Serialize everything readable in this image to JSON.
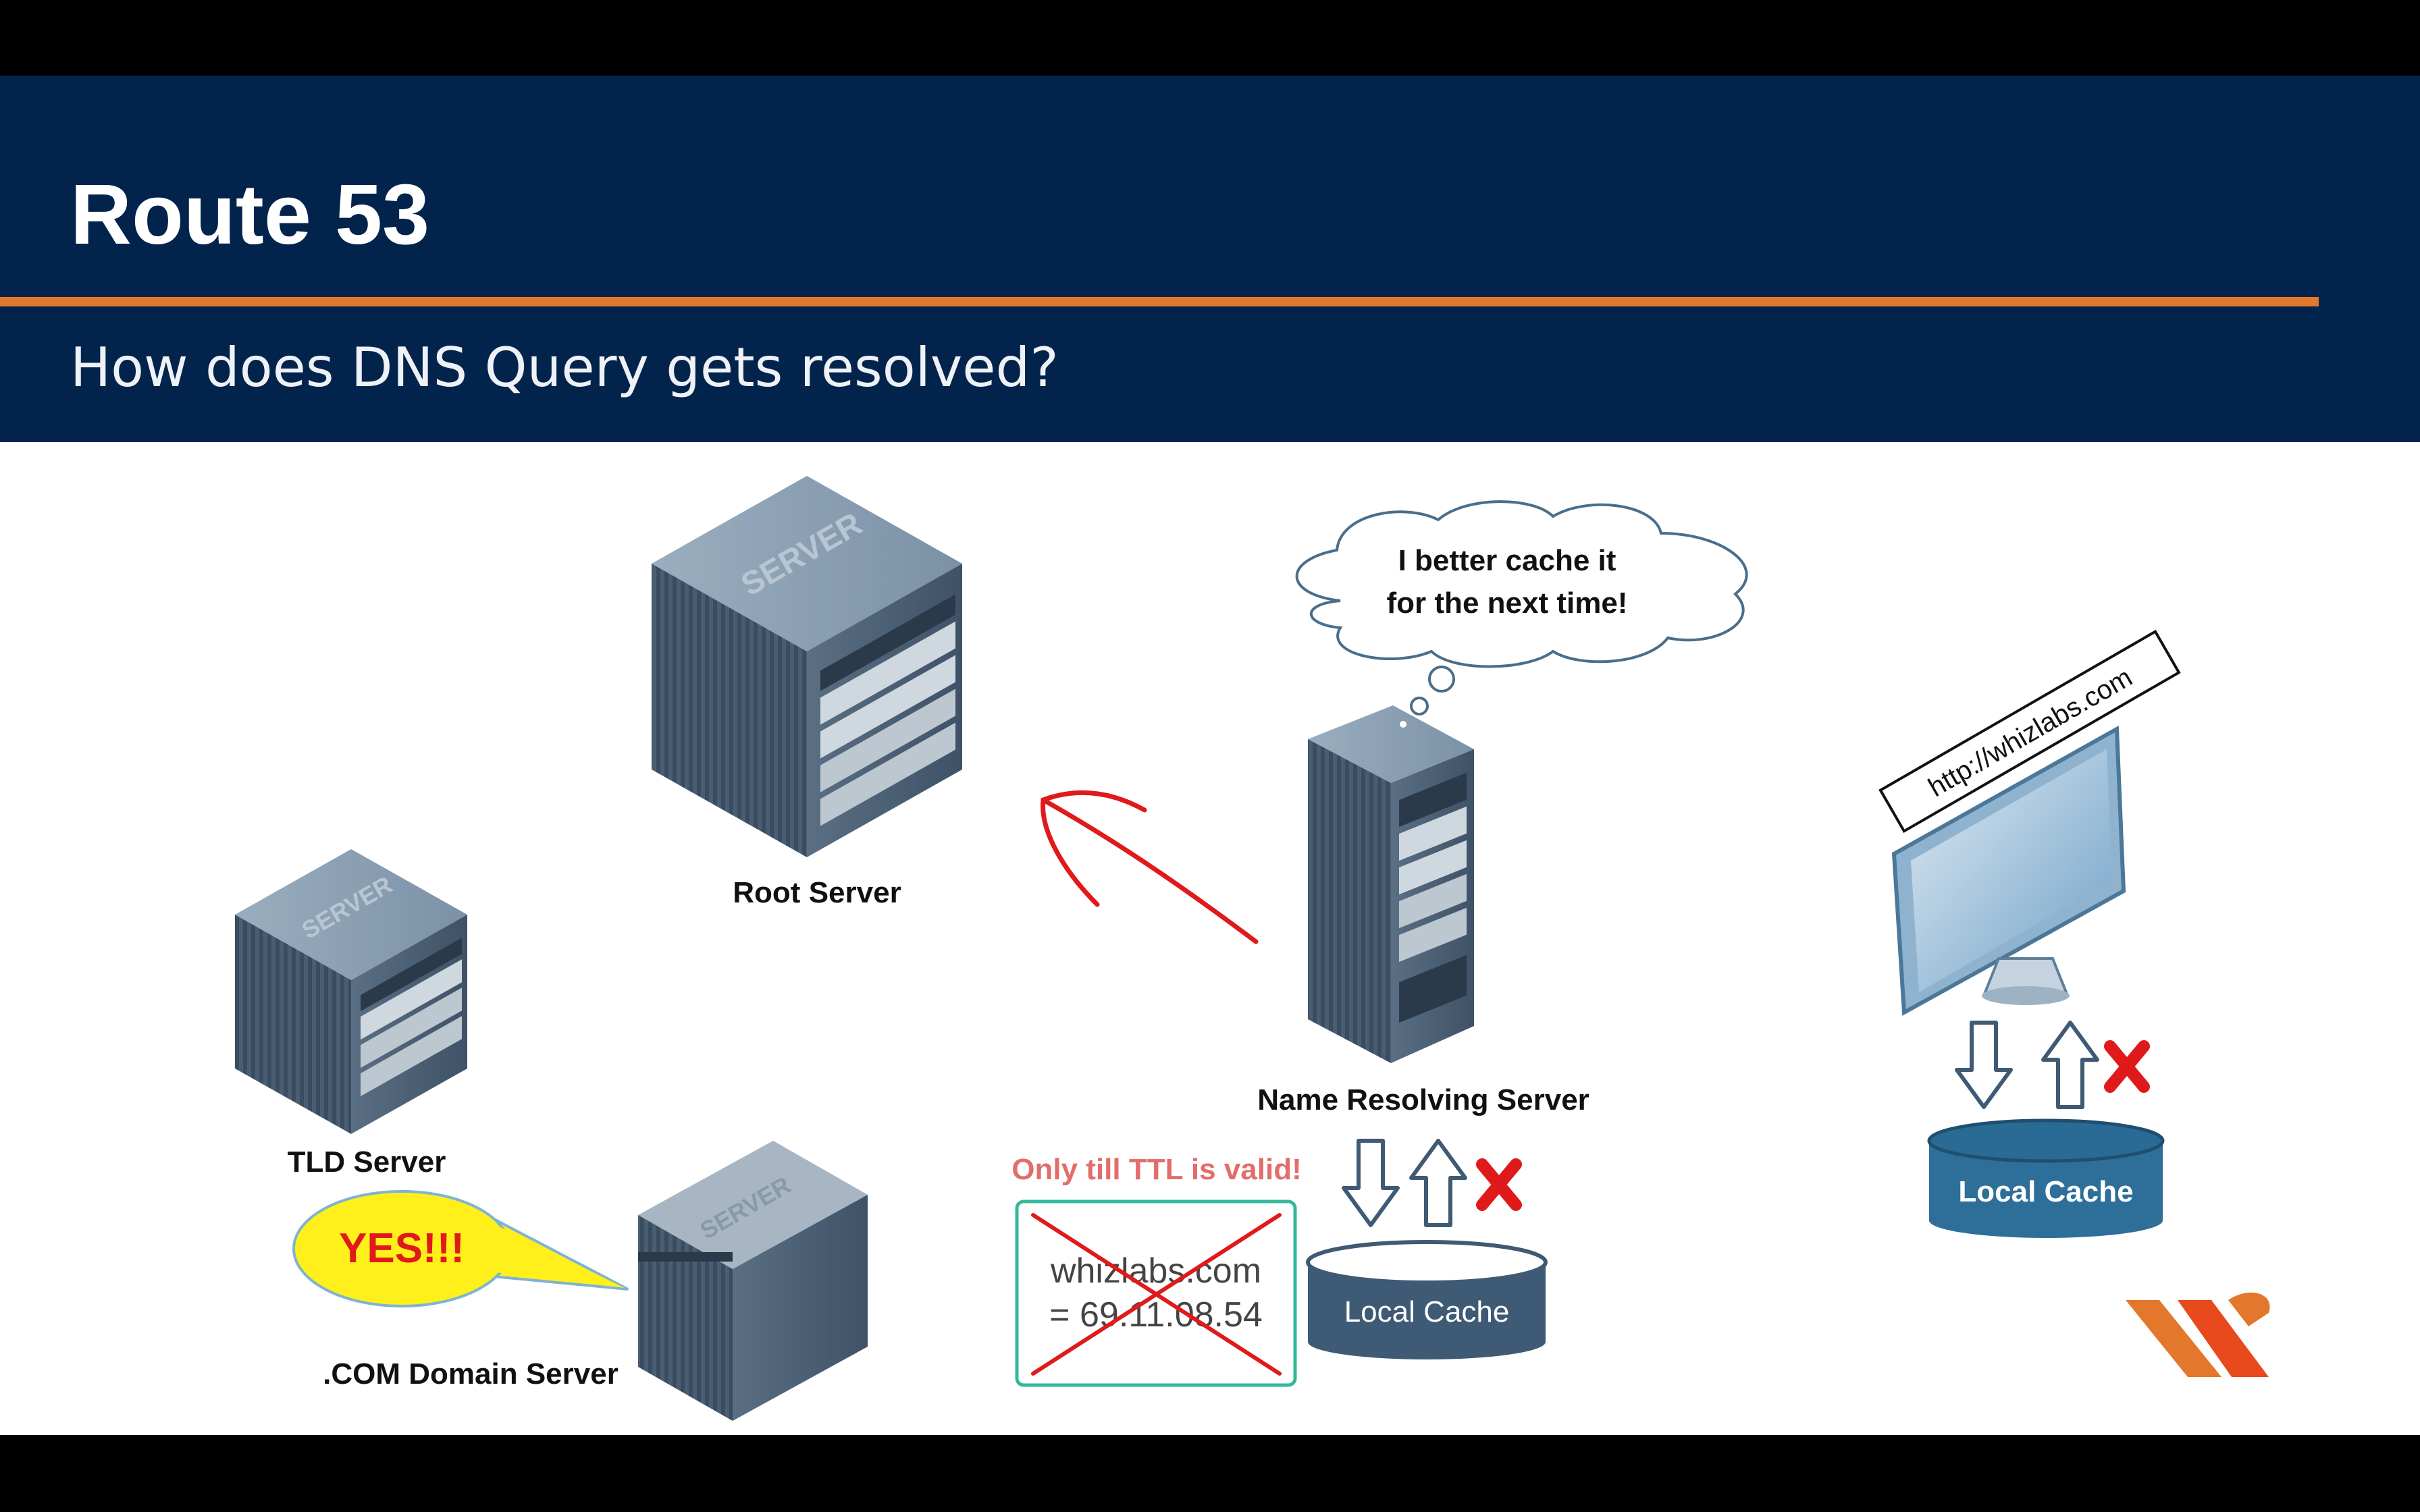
{
  "slide": {
    "title": "Route 53",
    "subtitle": "How does DNS Query gets resolved?"
  },
  "nodes": {
    "root_server": "Root Server",
    "tld_server": "TLD Server",
    "com_domain_server": ".COM Domain Server",
    "name_resolving_server": "Name Resolving Server",
    "resolver_cache": "Local Cache",
    "client_cache": "Local Cache",
    "server_case_label": "SERVER"
  },
  "callouts": {
    "thought": [
      "I better cache it",
      "for the next time!"
    ],
    "speech": "YES!!!",
    "ttl_note": "Only till TTL is valid!",
    "cache_record": [
      "whizlabs.com",
      "= 69.11.08.54"
    ],
    "url_label": "http://whizlabs.com"
  },
  "colors": {
    "header_bg": "#02244c",
    "accent": "#e3772c",
    "annotation_red": "#e01a1a",
    "cylinder_dark": "#3f5a74",
    "cylinder_blue": "#2e6f9a",
    "speech_yellow": "#ffef1a",
    "ttl_text": "#e36d6a",
    "record_border": "#33b89a"
  },
  "icons": {
    "logo": "whizlabs-logo",
    "query_arrow": "hand-drawn-red-arrow",
    "cache_miss": "red-x-icon"
  }
}
